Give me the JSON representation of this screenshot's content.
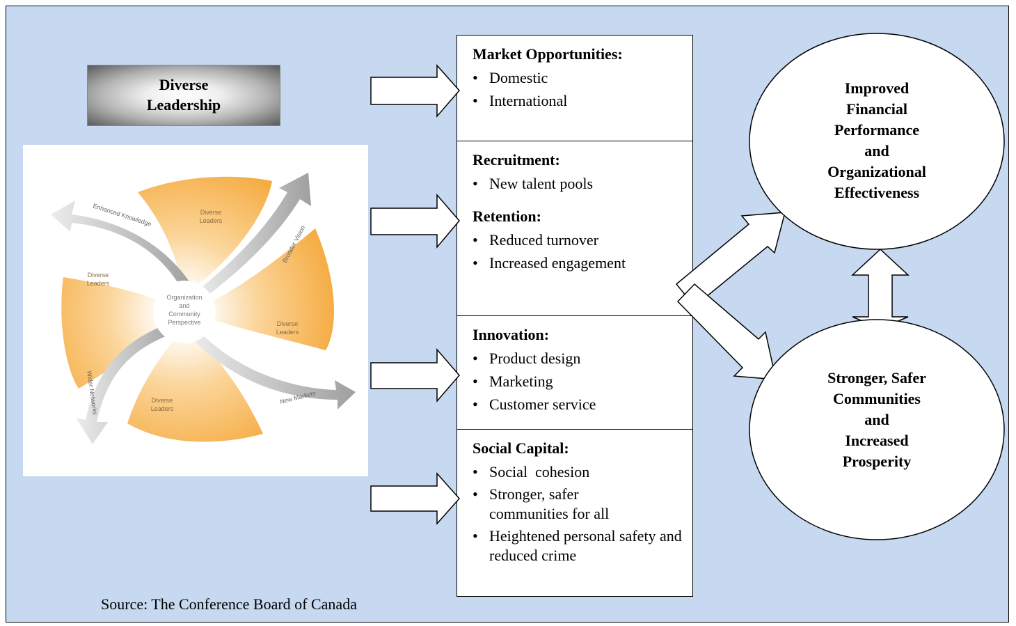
{
  "leadership_box": {
    "label": "Diverse Leadership"
  },
  "pinwheel": {
    "center_label": "Organization and Community Perspective",
    "leaders_label": "Diverse Leaders",
    "arrow_labels": [
      "Enhanced Knowledge",
      "Broader Vision",
      "New Markets",
      "Wider Networks"
    ]
  },
  "blocks": {
    "market": {
      "title": "Market Opportunities:",
      "items": [
        "Domestic",
        "International"
      ]
    },
    "recruitment": {
      "title": "Recruitment:",
      "items": [
        "New talent pools"
      ]
    },
    "retention": {
      "title": "Retention:",
      "items": [
        "Reduced turnover",
        "Increased engagement"
      ]
    },
    "innovation": {
      "title": "Innovation:",
      "items": [
        "Product design",
        "Marketing",
        "Customer service"
      ]
    },
    "social": {
      "title": "Social Capital:",
      "items": [
        "Social  cohesion",
        "Stronger, safer communities for all",
        "Heightened personal safety and reduced crime"
      ]
    }
  },
  "outcomes": {
    "financial": [
      "Improved",
      "Financial",
      "Performance",
      "and",
      "Organizational",
      "Effectiveness"
    ],
    "community": [
      "Stronger, Safer",
      "Communities",
      "and",
      "Increased",
      "Prosperity"
    ]
  },
  "source": "Source: The Conference Board of Canada",
  "colors": {
    "background": "#c6d9f0",
    "orange": "#f4a533",
    "arrow_grey": "#a6a6a6"
  }
}
